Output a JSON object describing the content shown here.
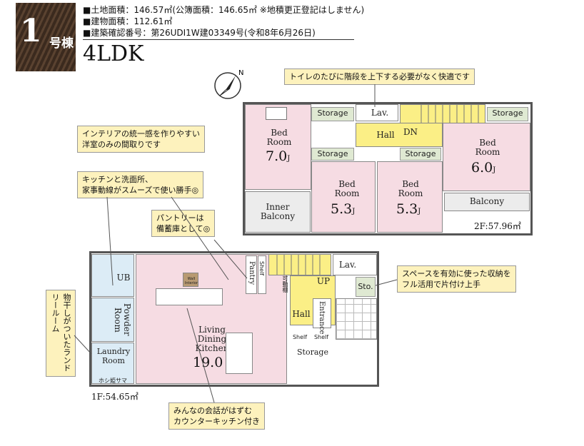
{
  "badge": {
    "number": "1",
    "suffix": "号棟"
  },
  "info": {
    "land_area": "■土地面積：146.57㎡(公簿面積：146.65㎡ ※地積更正登記はしません)",
    "building_area": "■建物面積：112.61㎡",
    "permit": "■建築確認番号：第26UDI1W建03349号(令和8年6月26日)"
  },
  "layout_type": "4LDK",
  "notes": {
    "toilet": "トイレのたびに階段を上下する必要がなく快適です",
    "interior_1": "インテリアの統一感を作りやすい",
    "interior_2": "洋室のみの間取りです",
    "kitchen_1": "キッチンと洗面所、",
    "kitchen_2": "家事動線がスムーズで使い勝手◎",
    "pantry_1": "パントリーは",
    "pantry_2": "備蓄庫として◎",
    "storage_1": "スペースを有効に使った収納を",
    "storage_2": "フル活用で片付け上手",
    "laundry": "物干しがついたランドリールーム",
    "counter_1": "みんなの会話がはずむ",
    "counter_2": "カウンターキッチン付き"
  },
  "floor2": {
    "area": "2F:57.96㎡",
    "bed1_label": "Bed Room",
    "bed1_size": "7.0",
    "bed2_label": "Bed Room",
    "bed2_size": "5.3",
    "bed3_label": "Bed Room",
    "bed3_size": "5.3",
    "bed4_label": "Bed Room",
    "bed4_size": "6.0",
    "size_unit": "J",
    "storage": "Storage",
    "lav": "Lav.",
    "hall": "Hall",
    "dn": "DN",
    "inner_balcony": "Inner Balcony",
    "balcony": "Balcony"
  },
  "floor1": {
    "area": "1F:54.65㎡",
    "ldk_label": "Living Dining Kitchen",
    "ldk_size": "19.0",
    "ub": "UB",
    "powder": "Powder Room",
    "laundry": "Laundry Room",
    "hoshi": "ホシ姫サマ",
    "pantry": "Pantry",
    "shelf": "Shelf",
    "kado": "可動棚",
    "up": "UP",
    "lav": "Lav.",
    "sto": "Sto.",
    "hall": "Hall",
    "entrance": "Entrance",
    "storage": "Storage",
    "wall_icon": "Wall Interior"
  },
  "compass": "N"
}
